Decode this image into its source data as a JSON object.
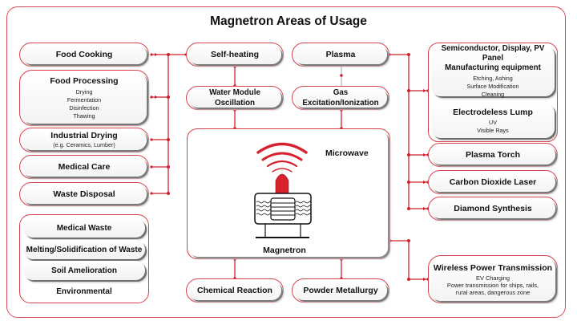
{
  "title": "Magnetron Areas of Usage",
  "colors": {
    "accent": "#d8404c",
    "connector": "#d01f2e",
    "shadow": "#7a7a7a"
  },
  "left_column": [
    {
      "label": "Food Cooking",
      "details": []
    },
    {
      "label": "Food Processing",
      "details": [
        "Drying",
        "Fermentation",
        "Disinfection",
        "Thawing"
      ]
    },
    {
      "label": "Industrial Drying",
      "details": [
        "(e.g. Ceramics, Lumber)"
      ]
    },
    {
      "label": "Medical Care",
      "details": []
    },
    {
      "label": "Waste Disposal",
      "details": []
    }
  ],
  "environmental": {
    "label": "Environmental",
    "items": [
      "Medical Waste",
      "Melting/Solidification of Waste",
      "Soil Amelioration"
    ]
  },
  "middle": {
    "self_heating": "Self-heating",
    "water_module": "Water Module Oscillation",
    "plasma": "Plasma",
    "gas_excitation": "Gas Excitation/Ionization",
    "chemical_reaction": "Chemical Reaction",
    "powder_metallurgy": "Powder Metallurgy",
    "center": {
      "microwave_label": "Microwave",
      "magnetron_label": "Magnetron"
    }
  },
  "right_column": {
    "semiconductor": {
      "label": [
        "Semiconductor, Display, PV Panel",
        "Manufacturing equipment"
      ],
      "details": [
        "Etching, Ashing",
        "Surface Modification",
        "Cleaning"
      ]
    },
    "electrodeless": {
      "label": "Electrodeless Lump",
      "details": [
        "UV",
        "Visible Rays"
      ]
    },
    "plasma_torch": "Plasma Torch",
    "co2_laser": "Carbon Dioxide Laser",
    "diamond": "Diamond Synthesis",
    "wireless": {
      "label": "Wireless Power Transmission",
      "details": [
        "EV Charging",
        "Power transmission for ships, rails,",
        "rural areas, dangerous zone"
      ]
    }
  }
}
